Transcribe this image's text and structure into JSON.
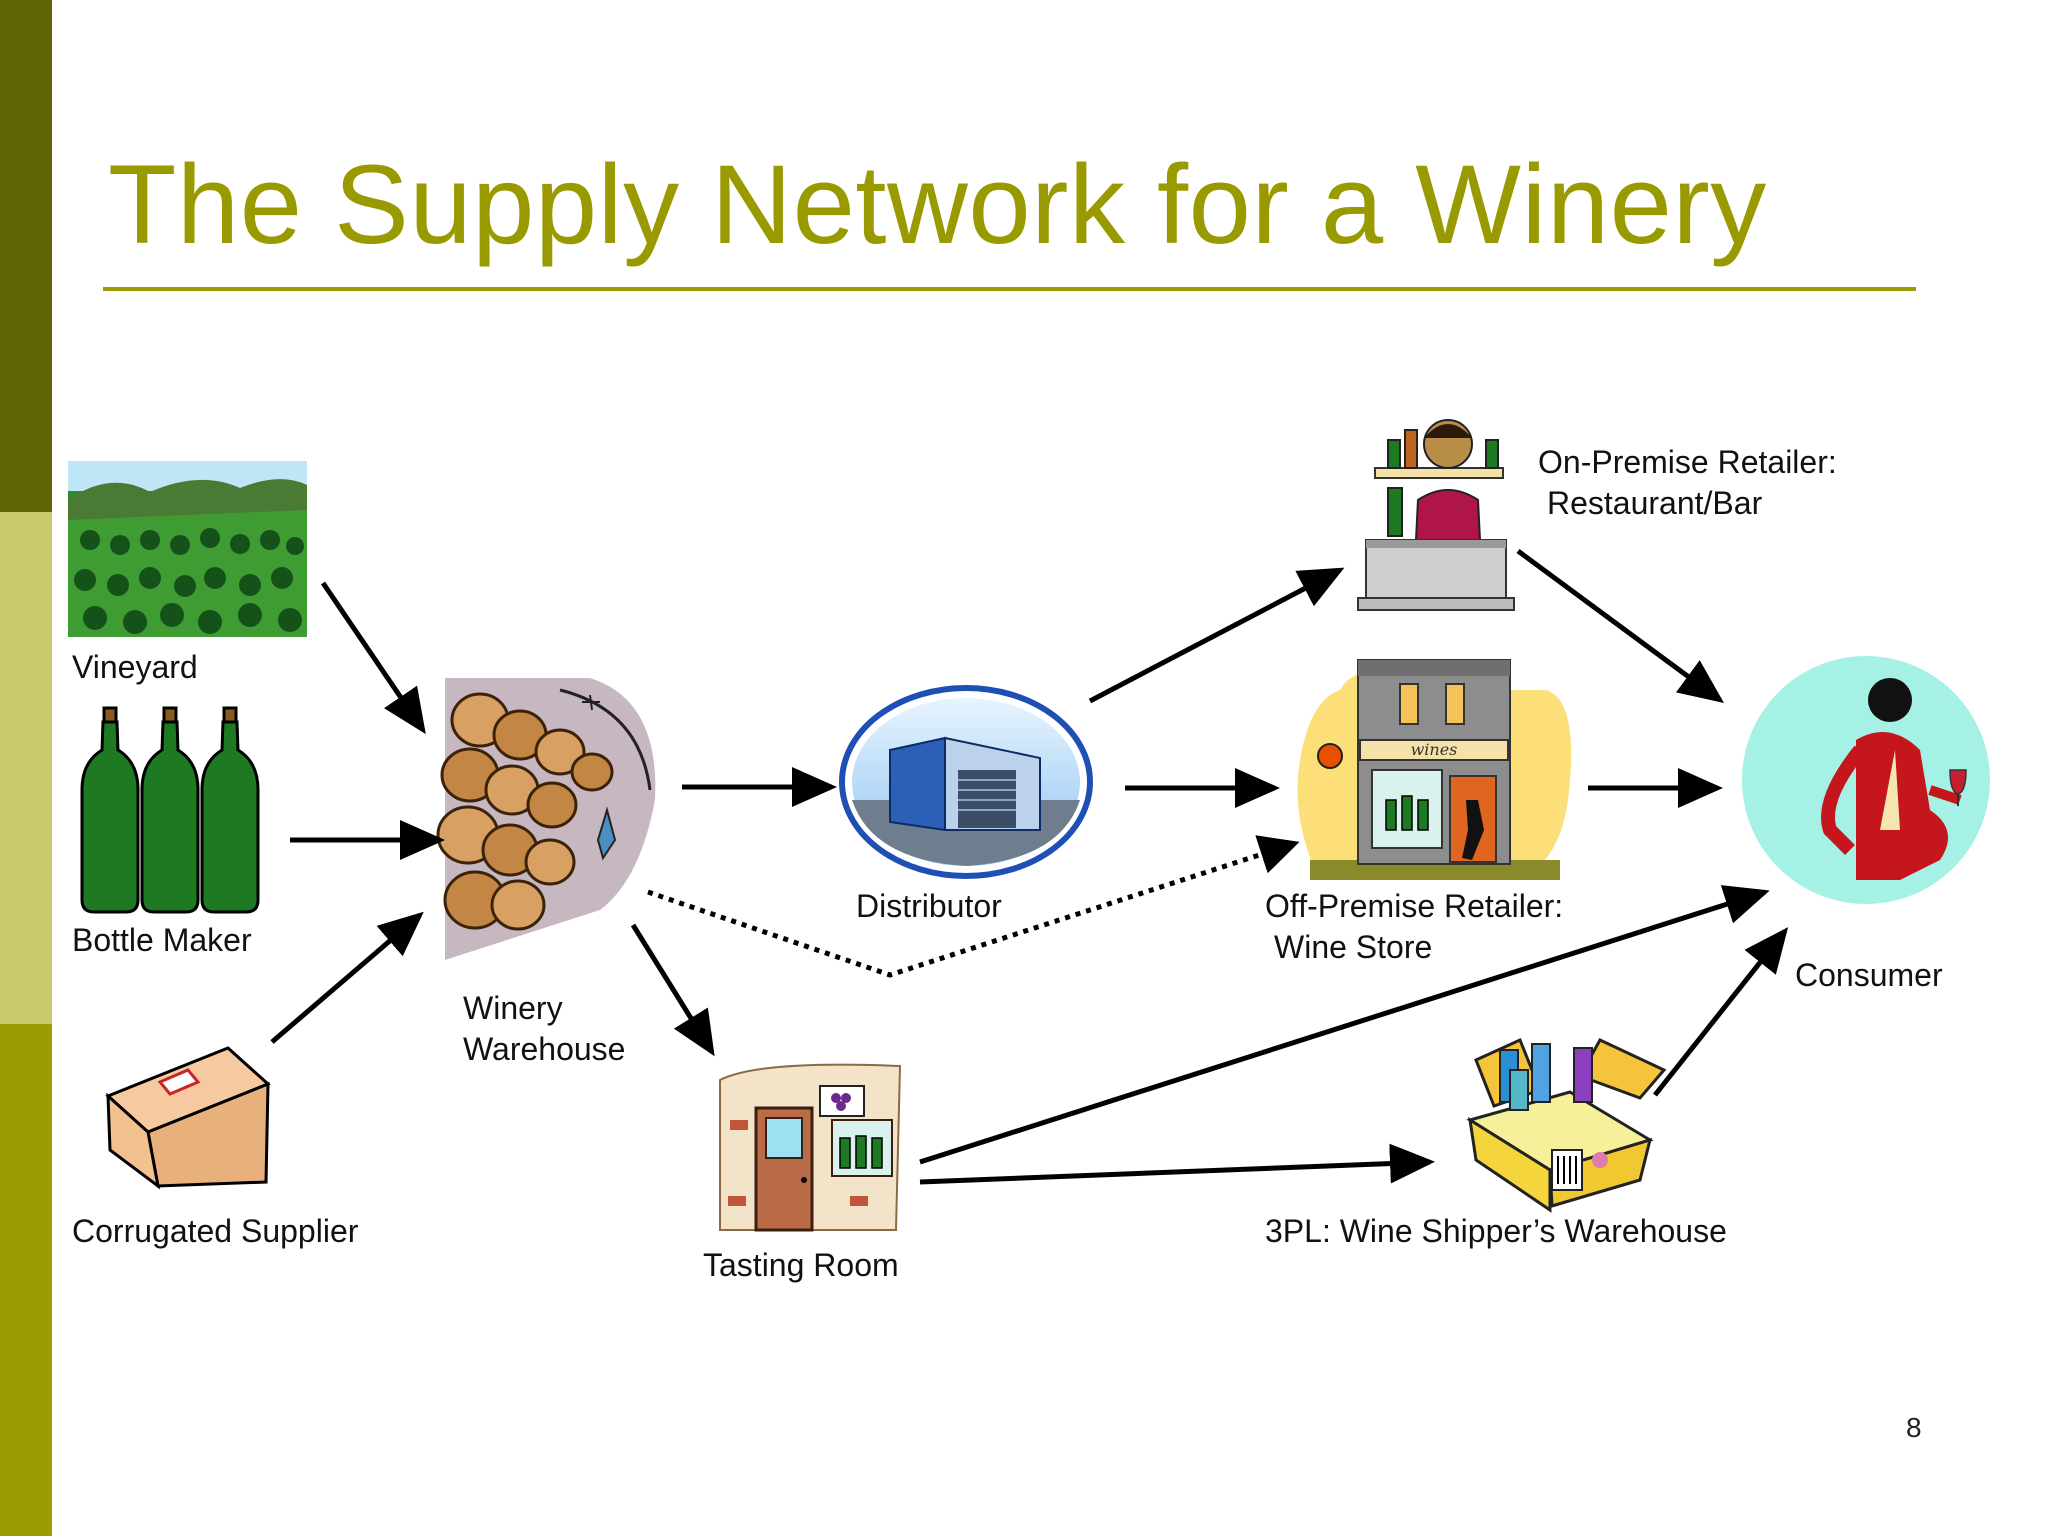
{
  "slide": {
    "title": "The Supply Network for a Winery",
    "page_number": "8"
  },
  "nodes": {
    "vineyard": "Vineyard",
    "bottle_maker": "Bottle Maker",
    "corrugated_supplier": "Corrugated Supplier",
    "winery_warehouse_line1": "Winery",
    "winery_warehouse_line2": "Warehouse",
    "distributor": "Distributor",
    "tasting_room": "Tasting Room",
    "on_premise_line1": "On-Premise Retailer:",
    "on_premise_line2": "Restaurant/Bar",
    "off_premise_line1": "Off-Premise Retailer:",
    "off_premise_line2": "Wine Store",
    "consumer": "Consumer",
    "threepl": "3PL: Wine Shipper’s Warehouse"
  },
  "colors": {
    "title": "#999900",
    "sidebar_dark": "#5f6504",
    "sidebar_light": "#c9cb6b",
    "sidebar_mid": "#9c9b04",
    "arrow": "#000000"
  },
  "store_sign": "wines"
}
